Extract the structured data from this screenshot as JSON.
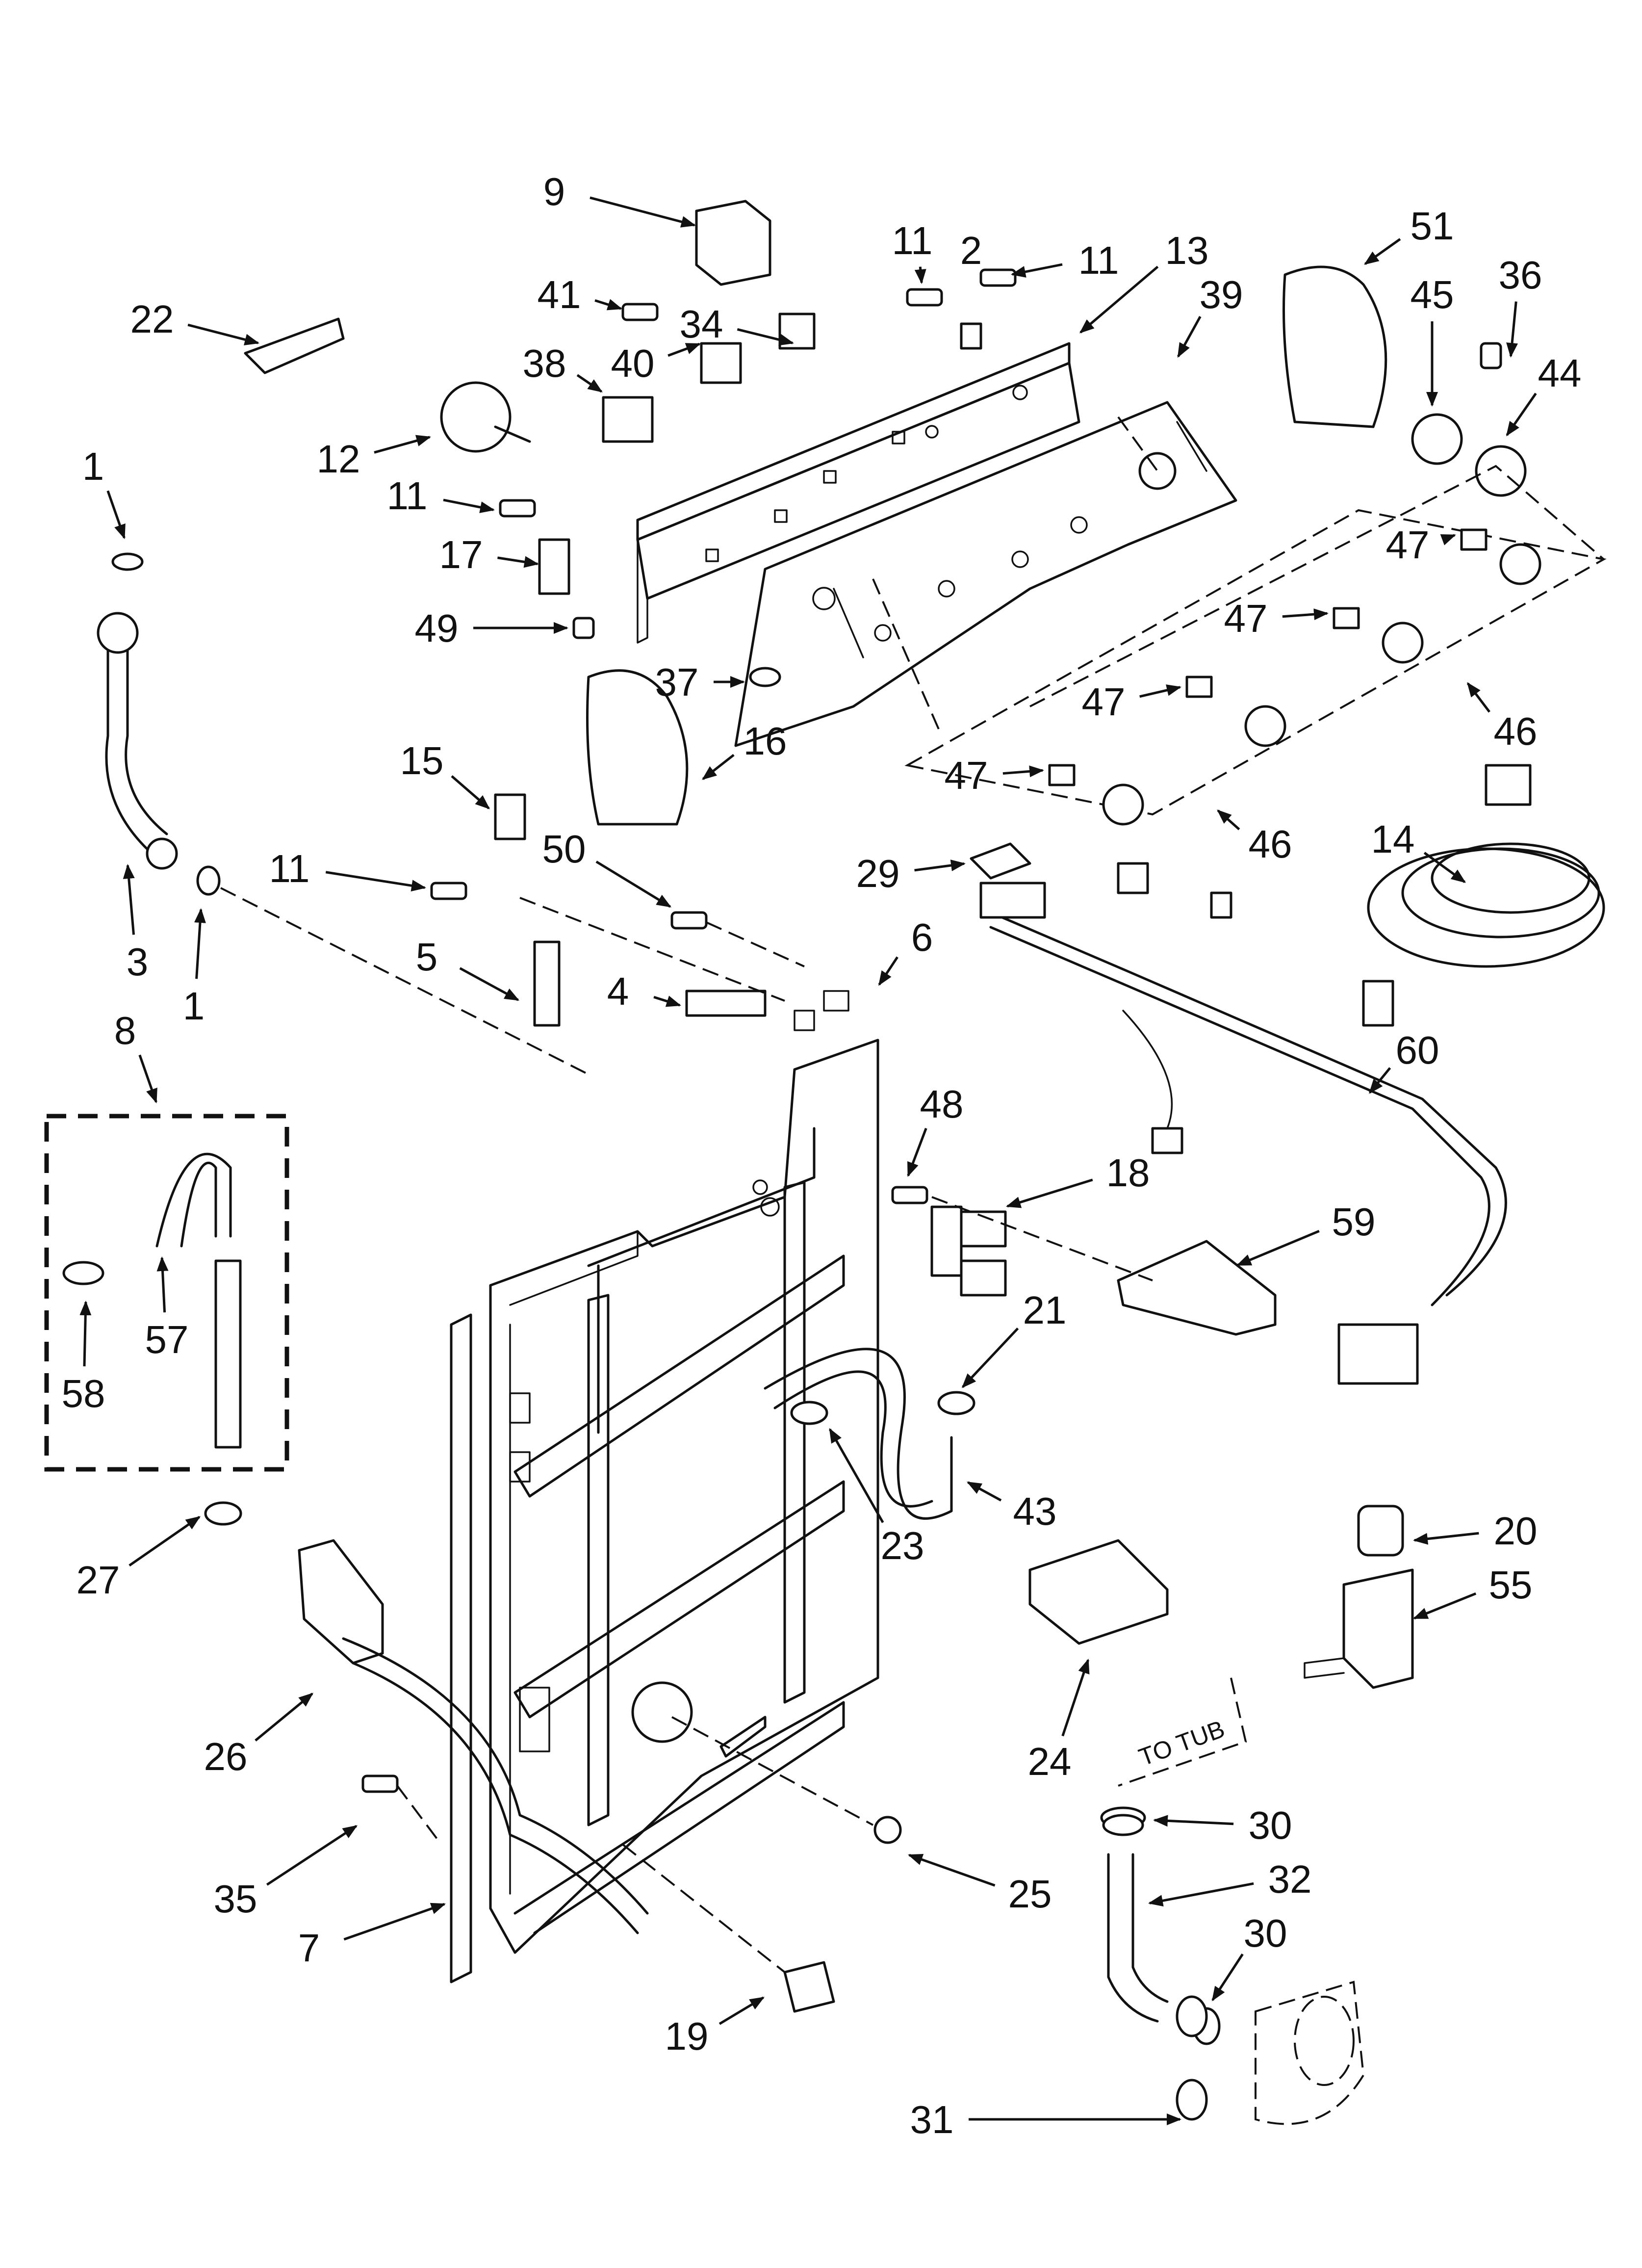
{
  "callouts": [
    "1",
    "1",
    "2",
    "3",
    "4",
    "5",
    "6",
    "7",
    "8",
    "9",
    "11",
    "11",
    "11",
    "11",
    "12",
    "13",
    "14",
    "15",
    "16",
    "17",
    "18",
    "19",
    "20",
    "21",
    "22",
    "23",
    "24",
    "25",
    "26",
    "27",
    "29",
    "30",
    "30",
    "31",
    "32",
    "34",
    "35",
    "36",
    "37",
    "38",
    "39",
    "40",
    "41",
    "43",
    "44",
    "45",
    "46",
    "46",
    "47",
    "47",
    "47",
    "47",
    "48",
    "49",
    "50",
    "51",
    "55",
    "57",
    "58",
    "59",
    "60"
  ],
  "annotation_to_tub": "TO TUB"
}
